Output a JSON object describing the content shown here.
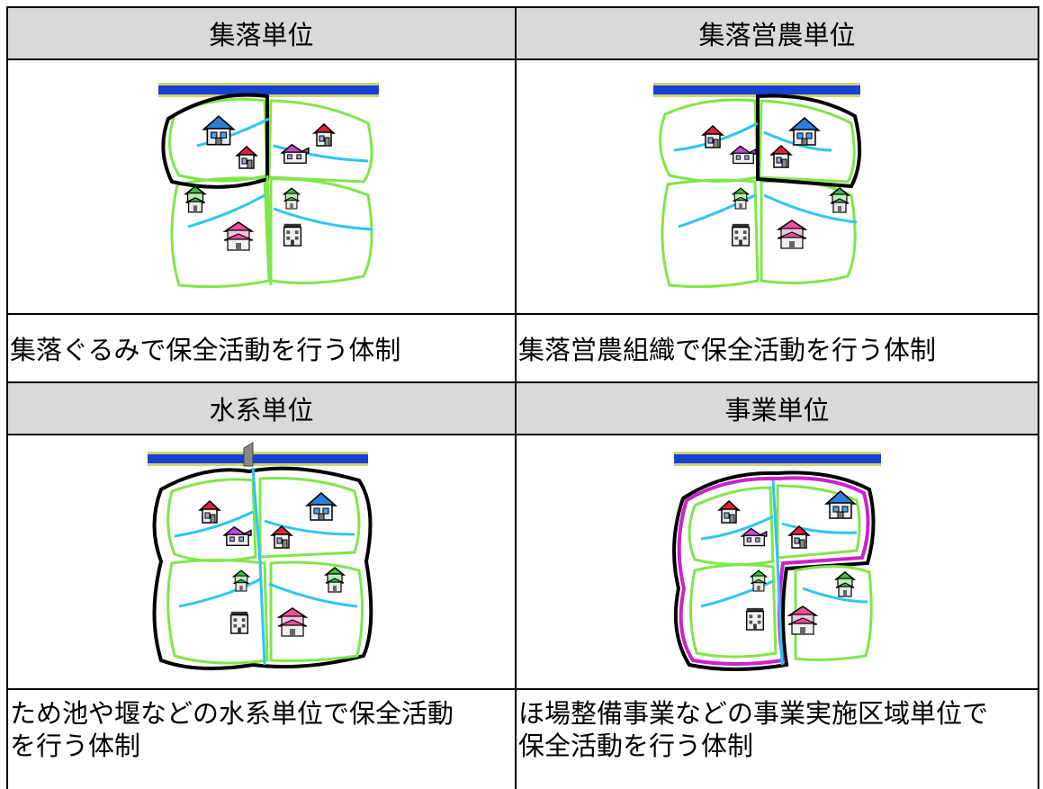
{
  "panels": [
    {
      "title": "集落単位",
      "desc_lines": [
        "集落ぐるみで保全活動を行う体制"
      ]
    },
    {
      "title": "集落営農単位",
      "desc_lines": [
        "集落営農組織で保全活動を行う体制"
      ]
    },
    {
      "title": "水系単位",
      "desc_lines": [
        "ため池や堰などの水系単位で保全活動",
        "を行う体制"
      ]
    },
    {
      "title": "事業単位",
      "desc_lines": [
        "ほ場整備事業などの事業実施区域単位で",
        "保全活動を行う体制"
      ]
    }
  ],
  "colors": {
    "river": "#1a3fd6",
    "river_edge": "#c9d86a",
    "field_border": "#7fe64a",
    "canal": "#2ec5f0",
    "group_outline": "#000000",
    "project_outline": "#cc22cc",
    "header_bg": "#d9d9d9"
  }
}
